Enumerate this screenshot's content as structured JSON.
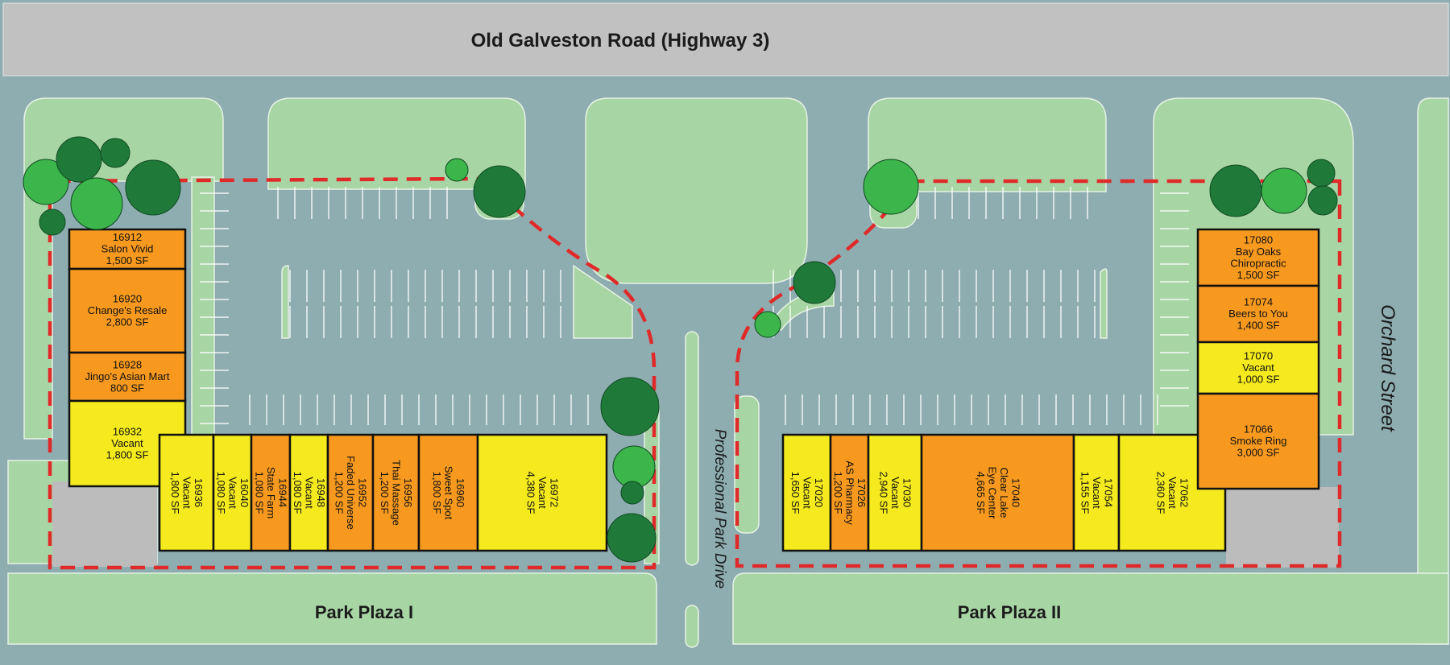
{
  "colors": {
    "water_bg": "#8dadb0",
    "grass": "#a8d5a4",
    "road": "#c1c1c1",
    "occupied": "#f7991e",
    "vacant": "#f4ea1d",
    "boundary": "#e02a2a",
    "tree_dark": "#1f7a3a",
    "tree_light": "#3cb54a",
    "paving": "#bcbcbc"
  },
  "roads": {
    "highway": "Old Galveston Road (Highway 3)",
    "drive": "Professional Park Drive",
    "street": "Orchard Street"
  },
  "plazas": {
    "one": "Park Plaza I",
    "two": "Park Plaza II"
  },
  "units": [
    {
      "id": "u16912",
      "lines": [
        "16912",
        "Salon Vivid",
        "1,500 SF"
      ],
      "status": "occupied"
    },
    {
      "id": "u16920",
      "lines": [
        "16920",
        "Change's Resale",
        "2,800 SF"
      ],
      "status": "occupied"
    },
    {
      "id": "u16928",
      "lines": [
        "16928",
        "Jingo's Asian Mart",
        "800 SF"
      ],
      "status": "occupied"
    },
    {
      "id": "u16932",
      "lines": [
        "16932",
        "Vacant",
        "1,800 SF"
      ],
      "status": "vacant"
    },
    {
      "id": "u16936",
      "lines": [
        "16936",
        "Vacant",
        "1,800 SF"
      ],
      "status": "vacant"
    },
    {
      "id": "u16040",
      "lines": [
        "16040",
        "Vacant",
        "1,080 SF"
      ],
      "status": "vacant"
    },
    {
      "id": "u16944",
      "lines": [
        "16944",
        "State Farm",
        "1,080 SF"
      ],
      "status": "occupied"
    },
    {
      "id": "u16948",
      "lines": [
        "16948",
        "Vacant",
        "1,080 SF"
      ],
      "status": "vacant"
    },
    {
      "id": "u16952",
      "lines": [
        "16952",
        "Faded Universe",
        "1,200 SF"
      ],
      "status": "occupied"
    },
    {
      "id": "u16956",
      "lines": [
        "16956",
        "Thai Massage",
        "1,200 SF"
      ],
      "status": "occupied"
    },
    {
      "id": "u16960",
      "lines": [
        "16960",
        "Sweet Spot",
        "1,800 SF"
      ],
      "status": "occupied"
    },
    {
      "id": "u16972",
      "lines": [
        "16972",
        "Vacant",
        "4,380 SF"
      ],
      "status": "vacant"
    },
    {
      "id": "u17020",
      "lines": [
        "17020",
        "Vacant",
        "1,650 SF"
      ],
      "status": "vacant"
    },
    {
      "id": "u17026",
      "lines": [
        "17026",
        "AS Pharmacy",
        "1,200 SF"
      ],
      "status": "occupied"
    },
    {
      "id": "u17030",
      "lines": [
        "17030",
        "Vacant",
        "2,940 SF"
      ],
      "status": "vacant"
    },
    {
      "id": "u17040",
      "lines": [
        "17040",
        "Clear Lake",
        "Eye Center",
        "4,665 SF"
      ],
      "status": "occupied"
    },
    {
      "id": "u17054",
      "lines": [
        "17054",
        "Vacant",
        "1,155 SF"
      ],
      "status": "vacant"
    },
    {
      "id": "u17062",
      "lines": [
        "17062",
        "Vacant",
        "2,360 SF"
      ],
      "status": "vacant"
    },
    {
      "id": "u17080",
      "lines": [
        "17080",
        "Bay Oaks",
        "Chiropractic",
        "1,500 SF"
      ],
      "status": "occupied"
    },
    {
      "id": "u17074",
      "lines": [
        "17074",
        "Beers to You",
        "1,400 SF"
      ],
      "status": "occupied"
    },
    {
      "id": "u17070",
      "lines": [
        "17070",
        "Vacant",
        "1,000 SF"
      ],
      "status": "vacant"
    },
    {
      "id": "u17066",
      "lines": [
        "17066",
        "Smoke Ring",
        "3,000 SF"
      ],
      "status": "occupied"
    }
  ]
}
